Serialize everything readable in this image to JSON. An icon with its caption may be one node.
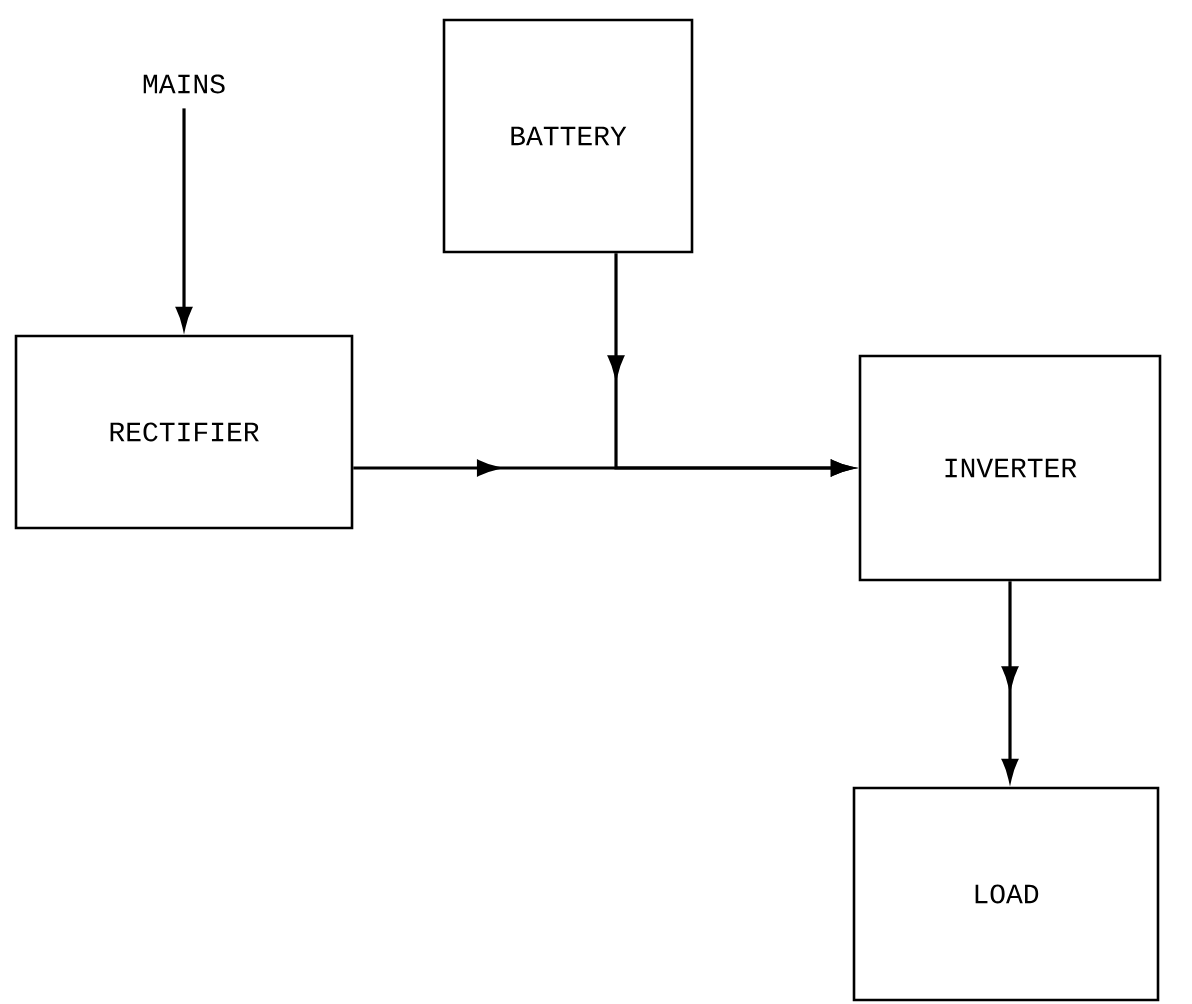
{
  "diagram": {
    "nodes": [
      {
        "text": [
          "MAINS"
        ]
      },
      {
        "text": [
          "RECTIFIER"
        ]
      },
      {
        "text": [
          "BATTERY"
        ]
      },
      {
        "text": [
          "INVERTER"
        ]
      },
      {
        "text": [
          "LOAD"
        ]
      }
    ],
    "edges": [
      {
        "from": 0,
        "to": 1,
        "arrow": "to"
      },
      {
        "from": 1,
        "to": 3,
        "arrow": "to"
      },
      {
        "from": 2,
        "to": 3,
        "arrow": "to"
      },
      {
        "from": 3,
        "to": 4,
        "arrow": "to"
      }
    ]
  }
}
